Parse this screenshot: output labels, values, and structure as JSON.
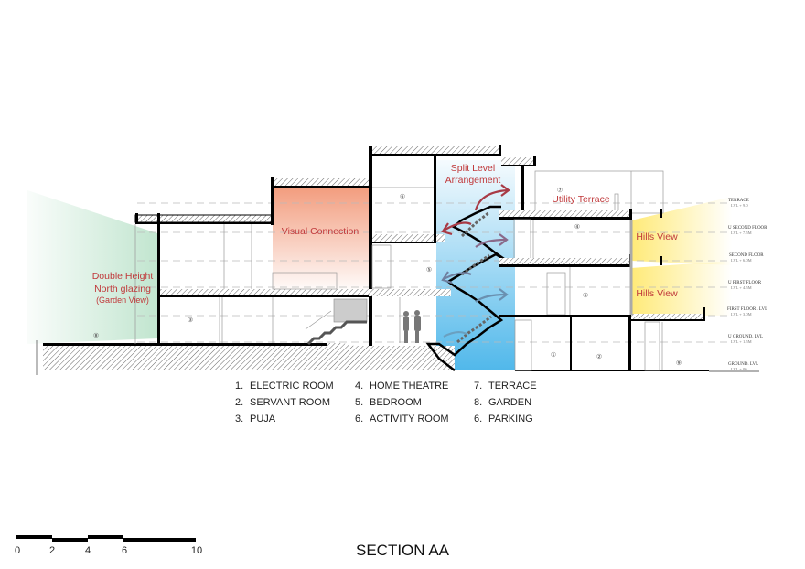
{
  "title": "SECTION AA",
  "annotations": {
    "double_height": [
      "Double Height",
      "North glazing",
      "(Garden View)"
    ],
    "visual_connection": "Visual Connection",
    "split_level": [
      "Split Level",
      "Arrangement"
    ],
    "utility_terrace": "Utility Terrace",
    "hills_view_upper": "Hills View",
    "hills_view_lower": "Hills View"
  },
  "room_tags": {
    "r1": "①",
    "r2": "②",
    "r3": "③",
    "r4": "④",
    "r5a": "⑤",
    "r5b": "⑤",
    "r6": "⑥",
    "r7": "⑦",
    "r8": "⑧",
    "r9": "⑨"
  },
  "levels": [
    {
      "name": "TERRACE",
      "value": "LVL + 9.0"
    },
    {
      "name": "U SECOND FLOOR",
      "value": "LVL + 7.5M"
    },
    {
      "name": "SECOND FLOOR",
      "value": "LVL + 6.0M"
    },
    {
      "name": "U FIRST FLOOR",
      "value": "LVL + 4.5M"
    },
    {
      "name": "FIRST FLOOR . LVL",
      "value": "LVL + 3.0M"
    },
    {
      "name": "U GROUND. LVL",
      "value": "LVL + 1.5M"
    },
    {
      "name": "GROUND. LVL",
      "value": "LVL + 00"
    }
  ],
  "legend": [
    [
      "1.",
      "ELECTRIC ROOM"
    ],
    [
      "2.",
      "SERVANT ROOM"
    ],
    [
      "3.",
      "PUJA"
    ],
    [
      "4.",
      "HOME THEATRE"
    ],
    [
      "5.",
      "BEDROOM"
    ],
    [
      "6.",
      "ACTIVITY ROOM"
    ],
    [
      "7.",
      "TERRACE"
    ],
    [
      "8.",
      "GARDEN"
    ],
    [
      "6.",
      "PARKING"
    ]
  ],
  "scale_bar": {
    "labels": [
      "0",
      "2",
      "4",
      "6",
      "10"
    ]
  },
  "colors": {
    "annotation": "#c0393b",
    "garden_glow": "#8fd0a8",
    "visual_connection": "#f29b7c",
    "stair_light": "#3db0e8",
    "hills_glow": "#ffe34a"
  }
}
